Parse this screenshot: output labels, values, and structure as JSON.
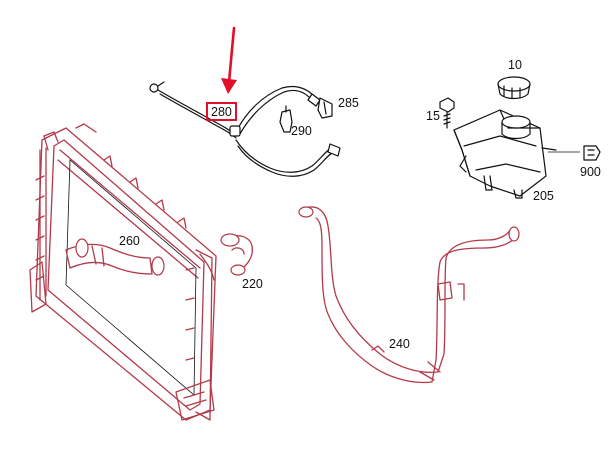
{
  "labels": {
    "p10": "10",
    "p15": "15",
    "p205": "205",
    "p220": "220",
    "p240": "240",
    "p260": "260",
    "p280": "280",
    "p285": "285",
    "p290": "290",
    "p900": "900"
  },
  "highlight": {
    "part": "280",
    "box_color": "#e0102a",
    "arrow_color": "#e0102a"
  }
}
